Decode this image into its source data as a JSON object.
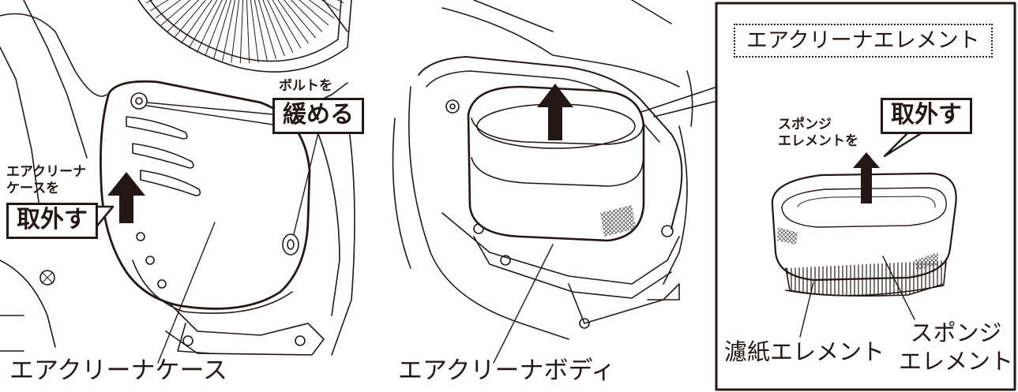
{
  "colors": {
    "ink": "#231815",
    "paper": "#ffffff",
    "mesh": "#555555"
  },
  "labels": {
    "bolt_line1": "ボルトを",
    "bolt_loosen": "緩める",
    "case_line1": "エアクリーナ",
    "case_line2": "ケースを",
    "case_remove": "取外す",
    "case_caption": "エアクリーナケース",
    "body_caption": "エアクリーナボディ",
    "element_title": "エアクリーナエレメント",
    "sponge_line1": "スポンジ",
    "sponge_line2": "エレメントを",
    "sponge_remove": "取外す",
    "paper_caption": "濾紙エレメント",
    "sponge_cap1": "スポンジ",
    "sponge_cap2": "エレメント"
  }
}
